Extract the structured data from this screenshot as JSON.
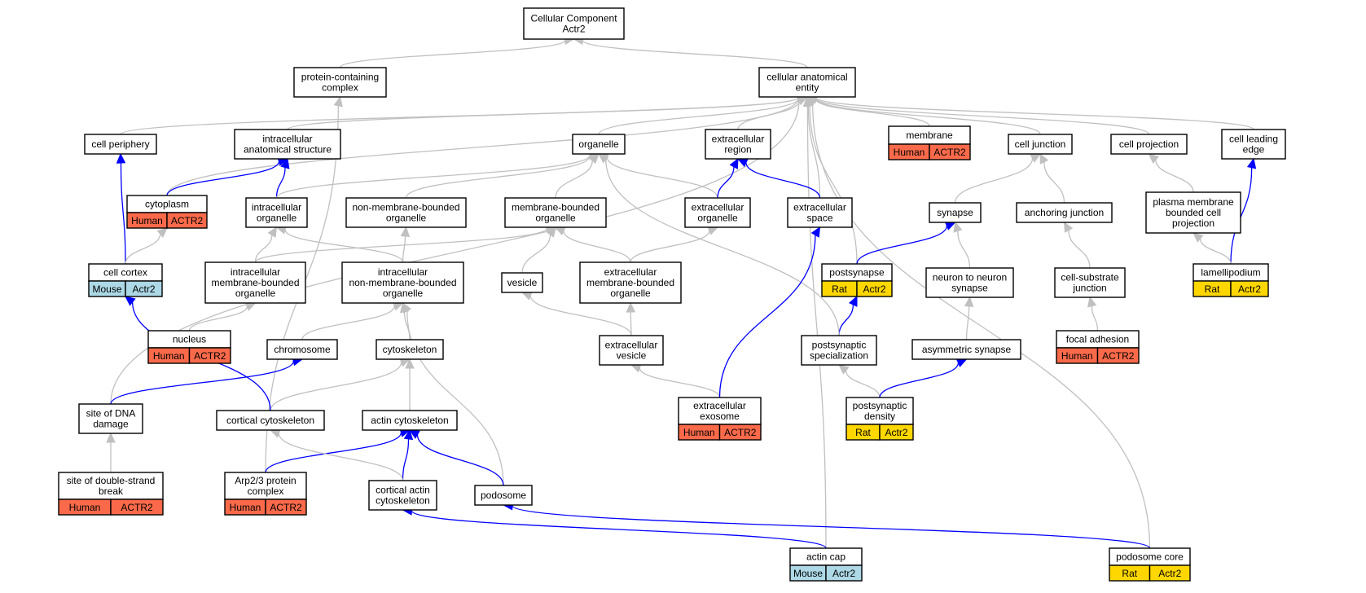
{
  "colors": {
    "is_a_edge": "#c0c0c0",
    "part_of_edge": "#0000ff",
    "human": "#fa6a4a",
    "mouse": "#add8e6",
    "rat": "#ffd700"
  },
  "nodes": {
    "root": {
      "lines": [
        "Cellular Component",
        "Actr2"
      ]
    },
    "protein_complex": {
      "lines": [
        "protein-containing",
        "complex"
      ]
    },
    "cellular_anatomical_entity": {
      "lines": [
        "cellular anatomical",
        "entity"
      ]
    },
    "cell_periphery": {
      "lines": [
        "cell periphery"
      ]
    },
    "intracellular_anatomical_structure": {
      "lines": [
        "intracellular",
        "anatomical structure"
      ]
    },
    "organelle": {
      "lines": [
        "organelle"
      ]
    },
    "extracellular_region": {
      "lines": [
        "extracellular",
        "region"
      ]
    },
    "membrane": {
      "lines": [
        "membrane"
      ],
      "annot": [
        {
          "species": "Human",
          "gene": "ACTR2"
        }
      ]
    },
    "cell_junction": {
      "lines": [
        "cell junction"
      ]
    },
    "cell_projection": {
      "lines": [
        "cell projection"
      ]
    },
    "cell_leading_edge": {
      "lines": [
        "cell leading",
        "edge"
      ]
    },
    "cytoplasm": {
      "lines": [
        "cytoplasm"
      ],
      "annot": [
        {
          "species": "Human",
          "gene": "ACTR2"
        }
      ]
    },
    "intracellular_organelle": {
      "lines": [
        "intracellular",
        "organelle"
      ]
    },
    "non_membrane_bounded_organelle": {
      "lines": [
        "non-membrane-bounded",
        "organelle"
      ]
    },
    "membrane_bounded_organelle": {
      "lines": [
        "membrane-bounded",
        "organelle"
      ]
    },
    "extracellular_organelle": {
      "lines": [
        "extracellular",
        "organelle"
      ]
    },
    "extracellular_space": {
      "lines": [
        "extracellular",
        "space"
      ]
    },
    "synapse": {
      "lines": [
        "synapse"
      ]
    },
    "anchoring_junction": {
      "lines": [
        "anchoring junction"
      ]
    },
    "plasma_membrane_projection": {
      "lines": [
        "plasma membrane",
        "bounded cell",
        "projection"
      ]
    },
    "cell_cortex": {
      "lines": [
        "cell cortex"
      ],
      "annot": [
        {
          "species": "Mouse",
          "gene": "Actr2"
        }
      ]
    },
    "intracellular_mbo": {
      "lines": [
        "intracellular",
        "membrane-bounded",
        "organelle"
      ]
    },
    "intracellular_nmbo": {
      "lines": [
        "intracellular",
        "non-membrane-bounded",
        "organelle"
      ]
    },
    "vesicle": {
      "lines": [
        "vesicle"
      ]
    },
    "extracellular_mbo": {
      "lines": [
        "extracellular",
        "membrane-bounded",
        "organelle"
      ]
    },
    "postsynapse": {
      "lines": [
        "postsynapse"
      ],
      "annot": [
        {
          "species": "Rat",
          "gene": "Actr2"
        }
      ]
    },
    "neuron_to_neuron_synapse": {
      "lines": [
        "neuron to neuron",
        "synapse"
      ]
    },
    "cell_substrate_junction": {
      "lines": [
        "cell-substrate",
        "junction"
      ]
    },
    "lamellipodium": {
      "lines": [
        "lamellipodium"
      ],
      "annot": [
        {
          "species": "Rat",
          "gene": "Actr2"
        }
      ]
    },
    "nucleus": {
      "lines": [
        "nucleus"
      ],
      "annot": [
        {
          "species": "Human",
          "gene": "ACTR2"
        }
      ]
    },
    "chromosome": {
      "lines": [
        "chromosome"
      ]
    },
    "cytoskeleton": {
      "lines": [
        "cytoskeleton"
      ]
    },
    "extracellular_vesicle": {
      "lines": [
        "extracellular",
        "vesicle"
      ]
    },
    "postsynaptic_specialization": {
      "lines": [
        "postsynaptic",
        "specialization"
      ]
    },
    "asymmetric_synapse": {
      "lines": [
        "asymmetric synapse"
      ]
    },
    "focal_adhesion": {
      "lines": [
        "focal adhesion"
      ],
      "annot": [
        {
          "species": "Human",
          "gene": "ACTR2"
        }
      ]
    },
    "site_of_dna_damage": {
      "lines": [
        "site of DNA",
        "damage"
      ]
    },
    "cortical_cytoskeleton": {
      "lines": [
        "cortical cytoskeleton"
      ]
    },
    "actin_cytoskeleton": {
      "lines": [
        "actin cytoskeleton"
      ]
    },
    "extracellular_exosome": {
      "lines": [
        "extracellular",
        "exosome"
      ],
      "annot": [
        {
          "species": "Human",
          "gene": "ACTR2"
        }
      ]
    },
    "postsynaptic_density": {
      "lines": [
        "postsynaptic",
        "density"
      ],
      "annot": [
        {
          "species": "Rat",
          "gene": "Actr2"
        }
      ]
    },
    "site_of_dsb": {
      "lines": [
        "site of double-strand",
        "break"
      ],
      "annot": [
        {
          "species": "Human",
          "gene": "ACTR2"
        }
      ]
    },
    "arp23_complex": {
      "lines": [
        "Arp2/3 protein",
        "complex"
      ],
      "annot": [
        {
          "species": "Human",
          "gene": "ACTR2"
        }
      ]
    },
    "cortical_actin_cytoskeleton": {
      "lines": [
        "cortical actin",
        "cytoskeleton"
      ]
    },
    "podosome": {
      "lines": [
        "podosome"
      ]
    },
    "actin_cap": {
      "lines": [
        "actin cap"
      ],
      "annot": [
        {
          "species": "Mouse",
          "gene": "Actr2"
        }
      ]
    },
    "podosome_core": {
      "lines": [
        "podosome core"
      ],
      "annot": [
        {
          "species": "Rat",
          "gene": "Actr2"
        }
      ]
    }
  },
  "edges": [
    {
      "from": "protein_complex",
      "to": "root",
      "type": "is_a"
    },
    {
      "from": "cellular_anatomical_entity",
      "to": "root",
      "type": "is_a"
    },
    {
      "from": "cell_periphery",
      "to": "cellular_anatomical_entity",
      "type": "is_a"
    },
    {
      "from": "intracellular_anatomical_structure",
      "to": "cellular_anatomical_entity",
      "type": "is_a"
    },
    {
      "from": "organelle",
      "to": "cellular_anatomical_entity",
      "type": "is_a"
    },
    {
      "from": "extracellular_region",
      "to": "cellular_anatomical_entity",
      "type": "is_a"
    },
    {
      "from": "membrane",
      "to": "cellular_anatomical_entity",
      "type": "is_a"
    },
    {
      "from": "cell_junction",
      "to": "cellular_anatomical_entity",
      "type": "is_a"
    },
    {
      "from": "cell_projection",
      "to": "cellular_anatomical_entity",
      "type": "is_a"
    },
    {
      "from": "cell_leading_edge",
      "to": "cellular_anatomical_entity",
      "type": "is_a"
    },
    {
      "from": "cytoplasm",
      "to": "cellular_anatomical_entity",
      "type": "is_a"
    },
    {
      "from": "extracellular_space",
      "to": "cellular_anatomical_entity",
      "type": "is_a"
    },
    {
      "from": "postsynapse",
      "to": "cellular_anatomical_entity",
      "type": "is_a"
    },
    {
      "from": "site_of_dna_damage",
      "to": "cellular_anatomical_entity",
      "type": "is_a"
    },
    {
      "from": "arp23_complex",
      "to": "protein_complex",
      "type": "is_a"
    },
    {
      "from": "actin_cap",
      "to": "cellular_anatomical_entity",
      "type": "is_a"
    },
    {
      "from": "podosome_core",
      "to": "cellular_anatomical_entity",
      "type": "is_a"
    },
    {
      "from": "cytoplasm",
      "to": "intracellular_anatomical_structure",
      "type": "part_of"
    },
    {
      "from": "intracellular_organelle",
      "to": "intracellular_anatomical_structure",
      "type": "part_of"
    },
    {
      "from": "cell_cortex",
      "to": "cell_periphery",
      "type": "part_of"
    },
    {
      "from": "cell_cortex",
      "to": "cytoplasm",
      "type": "is_a"
    },
    {
      "from": "intracellular_organelle",
      "to": "organelle",
      "type": "is_a"
    },
    {
      "from": "non_membrane_bounded_organelle",
      "to": "organelle",
      "type": "is_a"
    },
    {
      "from": "membrane_bounded_organelle",
      "to": "organelle",
      "type": "is_a"
    },
    {
      "from": "extracellular_organelle",
      "to": "organelle",
      "type": "is_a"
    },
    {
      "from": "extracellular_organelle",
      "to": "extracellular_region",
      "type": "part_of"
    },
    {
      "from": "extracellular_space",
      "to": "extracellular_region",
      "type": "part_of"
    },
    {
      "from": "synapse",
      "to": "cell_junction",
      "type": "is_a"
    },
    {
      "from": "anchoring_junction",
      "to": "cell_junction",
      "type": "is_a"
    },
    {
      "from": "plasma_membrane_projection",
      "to": "cell_projection",
      "type": "is_a"
    },
    {
      "from": "lamellipodium",
      "to": "cell_leading_edge",
      "type": "part_of"
    },
    {
      "from": "lamellipodium",
      "to": "plasma_membrane_projection",
      "type": "is_a"
    },
    {
      "from": "intracellular_mbo",
      "to": "intracellular_organelle",
      "type": "is_a"
    },
    {
      "from": "intracellular_mbo",
      "to": "membrane_bounded_organelle",
      "type": "is_a"
    },
    {
      "from": "intracellular_nmbo",
      "to": "intracellular_organelle",
      "type": "is_a"
    },
    {
      "from": "intracellular_nmbo",
      "to": "non_membrane_bounded_organelle",
      "type": "is_a"
    },
    {
      "from": "vesicle",
      "to": "membrane_bounded_organelle",
      "type": "is_a"
    },
    {
      "from": "extracellular_mbo",
      "to": "membrane_bounded_organelle",
      "type": "is_a"
    },
    {
      "from": "extracellular_mbo",
      "to": "extracellular_organelle",
      "type": "is_a"
    },
    {
      "from": "postsynapse",
      "to": "synapse",
      "type": "part_of"
    },
    {
      "from": "neuron_to_neuron_synapse",
      "to": "synapse",
      "type": "is_a"
    },
    {
      "from": "cell_substrate_junction",
      "to": "anchoring_junction",
      "type": "is_a"
    },
    {
      "from": "nucleus",
      "to": "intracellular_mbo",
      "type": "is_a"
    },
    {
      "from": "chromosome",
      "to": "intracellular_nmbo",
      "type": "is_a"
    },
    {
      "from": "cytoskeleton",
      "to": "intracellular_nmbo",
      "type": "is_a"
    },
    {
      "from": "podosome",
      "to": "intracellular_nmbo",
      "type": "is_a"
    },
    {
      "from": "extracellular_vesicle",
      "to": "vesicle",
      "type": "is_a"
    },
    {
      "from": "extracellular_vesicle",
      "to": "extracellular_mbo",
      "type": "is_a"
    },
    {
      "from": "postsynaptic_specialization",
      "to": "postsynapse",
      "type": "part_of"
    },
    {
      "from": "postsynaptic_specialization",
      "to": "organelle",
      "type": "is_a"
    },
    {
      "from": "asymmetric_synapse",
      "to": "neuron_to_neuron_synapse",
      "type": "is_a"
    },
    {
      "from": "focal_adhesion",
      "to": "cell_substrate_junction",
      "type": "is_a"
    },
    {
      "from": "site_of_dna_damage",
      "to": "chromosome",
      "type": "part_of"
    },
    {
      "from": "cortical_cytoskeleton",
      "to": "cytoskeleton",
      "type": "is_a"
    },
    {
      "from": "cortical_cytoskeleton",
      "to": "cell_cortex",
      "type": "part_of"
    },
    {
      "from": "actin_cytoskeleton",
      "to": "cytoskeleton",
      "type": "is_a"
    },
    {
      "from": "extracellular_exosome",
      "to": "extracellular_vesicle",
      "type": "is_a"
    },
    {
      "from": "extracellular_exosome",
      "to": "extracellular_space",
      "type": "part_of"
    },
    {
      "from": "postsynaptic_density",
      "to": "postsynaptic_specialization",
      "type": "is_a"
    },
    {
      "from": "postsynaptic_density",
      "to": "asymmetric_synapse",
      "type": "part_of"
    },
    {
      "from": "site_of_dsb",
      "to": "site_of_dna_damage",
      "type": "is_a"
    },
    {
      "from": "arp23_complex",
      "to": "actin_cytoskeleton",
      "type": "part_of"
    },
    {
      "from": "cortical_actin_cytoskeleton",
      "to": "actin_cytoskeleton",
      "type": "part_of"
    },
    {
      "from": "cortical_actin_cytoskeleton",
      "to": "cortical_cytoskeleton",
      "type": "is_a"
    },
    {
      "from": "podosome",
      "to": "actin_cytoskeleton",
      "type": "part_of"
    },
    {
      "from": "actin_cap",
      "to": "cortical_actin_cytoskeleton",
      "type": "part_of"
    },
    {
      "from": "podosome_core",
      "to": "podosome",
      "type": "part_of"
    }
  ]
}
